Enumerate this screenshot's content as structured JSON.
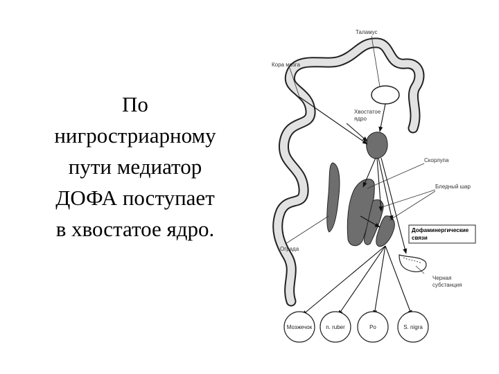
{
  "slide_text": {
    "lines": [
      "По",
      "нигростриарному",
      "пути медиатор",
      "ДОФА поступает",
      "в хвостатое ядро."
    ]
  },
  "diagram": {
    "labels": {
      "thalamus": "Таламус",
      "cortex": "Кора мозга",
      "caudate": [
        "Хвостатое",
        "ядро"
      ],
      "putamen": "Скорлупа",
      "globus_pallidus": "Бледный шар",
      "dopaminergic": [
        "Дофаминергические",
        "связи"
      ],
      "claustrum": "Ограда",
      "substantia_nigra": [
        "Черная",
        "субстанция"
      ]
    },
    "targets": [
      "Мозжечок",
      "n. ruber",
      "Po",
      "S. nigra"
    ],
    "colors": {
      "nucleus_fill": "#6e6e6e",
      "outline": "#222222",
      "cortex_fill": "#e2e2e2"
    }
  }
}
